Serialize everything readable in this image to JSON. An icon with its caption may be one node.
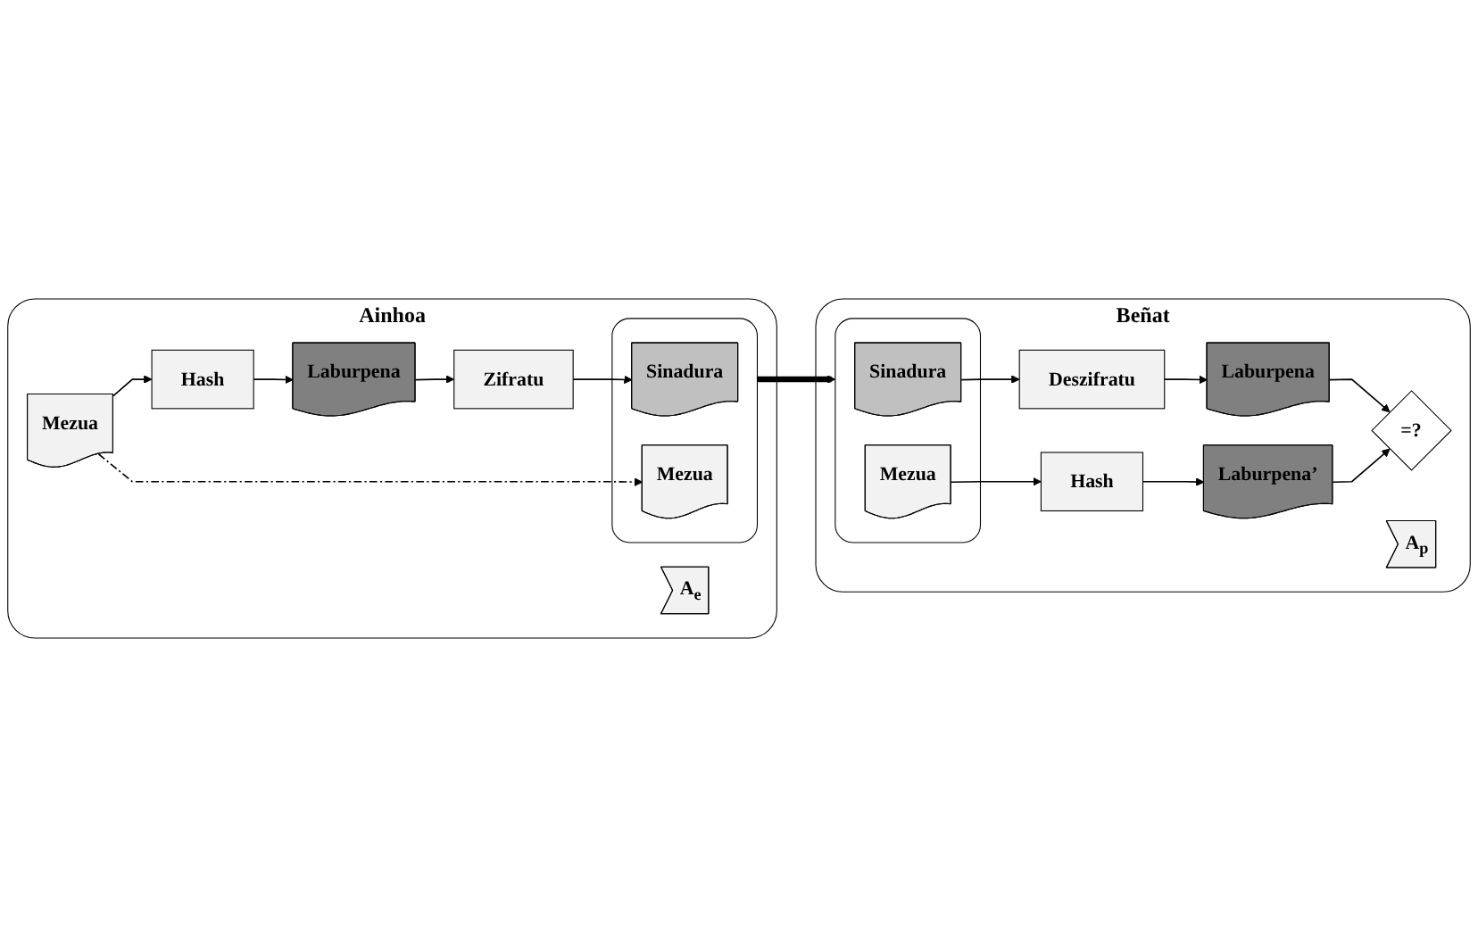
{
  "diagram": {
    "nodes": [
      {
        "text": [
          "Ainhoa"
        ]
      },
      {
        "text": [
          "Mezua"
        ],
        "in": 0
      },
      {
        "text": [
          "Hash"
        ],
        "in": 0
      },
      {
        "text": [
          "Laburpena"
        ],
        "in": 0
      },
      {
        "text": [
          "A$_{e}$"
        ],
        "in": 0
      },
      {
        "text": [
          "Zifratu"
        ],
        "in": 0
      },
      {
        "text": [],
        "shape": "box",
        "in": 0
      },
      {
        "text": [
          "Sinadura"
        ],
        "in": 6
      },
      {
        "text": [
          "Mezua"
        ],
        "in": 6
      },
      {
        "text": [
          "Beñat"
        ]
      },
      {
        "text": [
          "=?"
        ],
        "in": 9
      },
      {
        "text": [
          "Laburpena"
        ],
        "in": 9
      },
      {
        "text": [
          "Laburpena’"
        ],
        "in": 9
      },
      {
        "text": [
          "A$_{p}$"
        ],
        "in": 9
      },
      {
        "text": [
          "Deszifratu"
        ],
        "in": 9
      },
      {
        "text": [
          "Hash"
        ],
        "in": 9
      },
      {
        "text": [],
        "shape": "box",
        "in": 9
      },
      {
        "text": [
          "Sinadura"
        ],
        "in": 16
      },
      {
        "text": [
          "Mezua"
        ],
        "in": 16
      }
    ],
    "edges": [
      {
        "from": 1,
        "to": 2,
        "arrow": "to"
      },
      {
        "from": 2,
        "to": 3,
        "arrow": "to"
      },
      {
        "from": 3,
        "to": 5,
        "arrow": "to"
      },
      {
        "from": 5,
        "to": 7,
        "arrow": "to"
      },
      {
        "from": 1,
        "to": 8,
        "arrow": "to",
        "style": "dashed"
      },
      {
        "from": 6,
        "to": 16,
        "arrow": "to",
        "style": "thick"
      },
      {
        "from": 17,
        "to": 14,
        "arrow": "to"
      },
      {
        "from": 18,
        "to": 15,
        "arrow": "to"
      },
      {
        "from": 14,
        "to": 11,
        "arrow": "to"
      },
      {
        "from": 15,
        "to": 12,
        "arrow": "to"
      },
      {
        "from": 11,
        "to": 10,
        "arrow": "to"
      },
      {
        "from": 12,
        "to": 10,
        "arrow": "to"
      }
    ]
  }
}
